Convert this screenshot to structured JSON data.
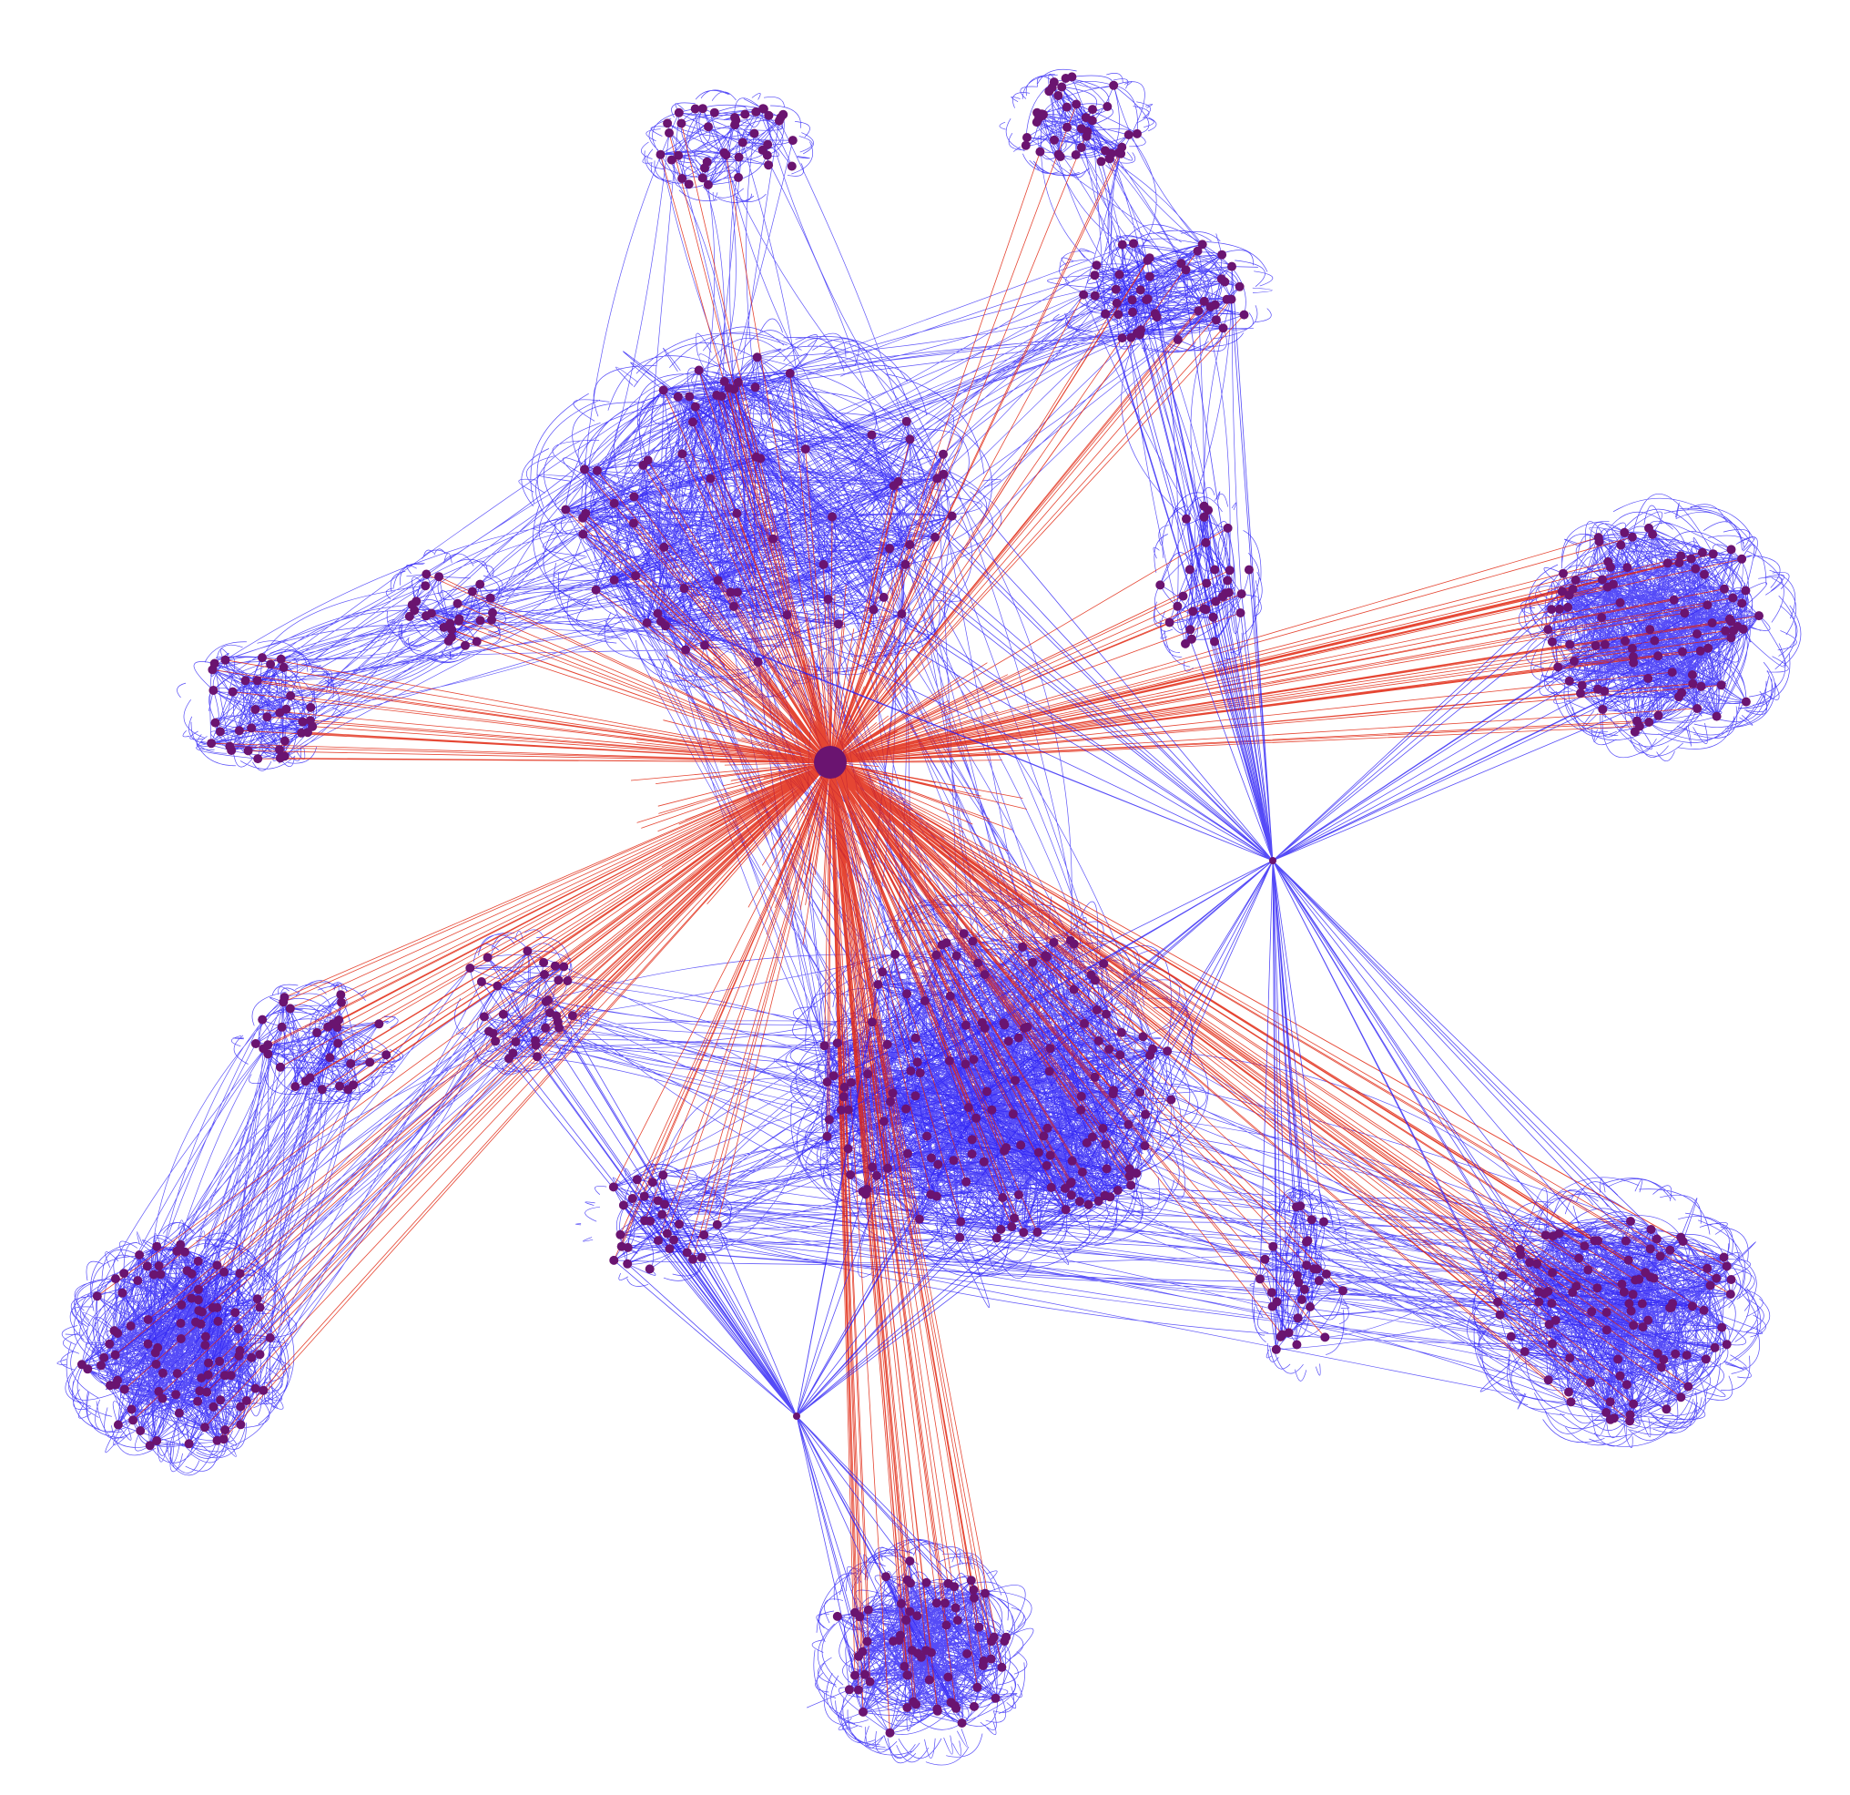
{
  "diagram": {
    "type": "network-graph",
    "title": "",
    "labels": [],
    "background_color": "#ffffff",
    "colors": {
      "intra_edge": "#2a1ef5",
      "hub_edge": "#e0260f",
      "node": "#6a1470",
      "hub": "#6a1470"
    },
    "hub": {
      "name": "central-hub"
    },
    "clusters": [
      {
        "name": "cluster-upper-center",
        "size": "large",
        "density": "high"
      },
      {
        "name": "cluster-top-left-fan",
        "size": "small",
        "density": "low"
      },
      {
        "name": "cluster-top-right-fan",
        "size": "small",
        "density": "low"
      },
      {
        "name": "cluster-upper-right-small",
        "size": "medium",
        "density": "medium"
      },
      {
        "name": "cluster-right",
        "size": "large",
        "density": "high"
      },
      {
        "name": "cluster-center-low",
        "size": "large",
        "density": "high"
      },
      {
        "name": "cluster-lower-right",
        "size": "large",
        "density": "high"
      },
      {
        "name": "cluster-bottom",
        "size": "large",
        "density": "high"
      },
      {
        "name": "cluster-lower-left",
        "size": "large",
        "density": "high"
      },
      {
        "name": "cluster-left-mid",
        "size": "medium",
        "density": "medium"
      },
      {
        "name": "cluster-left-small",
        "size": "medium",
        "density": "medium"
      },
      {
        "name": "cluster-left-tiny",
        "size": "small",
        "density": "low"
      },
      {
        "name": "cluster-mid-left-small",
        "size": "small",
        "density": "low"
      },
      {
        "name": "cluster-right-small-vertical",
        "size": "small",
        "density": "low"
      },
      {
        "name": "cluster-center-right-small",
        "size": "small",
        "density": "low"
      },
      {
        "name": "cluster-bottom-center-left",
        "size": "small",
        "density": "low"
      }
    ],
    "secondary_hubs": [
      {
        "name": "star-hub-right"
      },
      {
        "name": "star-hub-lower-left"
      }
    ]
  }
}
